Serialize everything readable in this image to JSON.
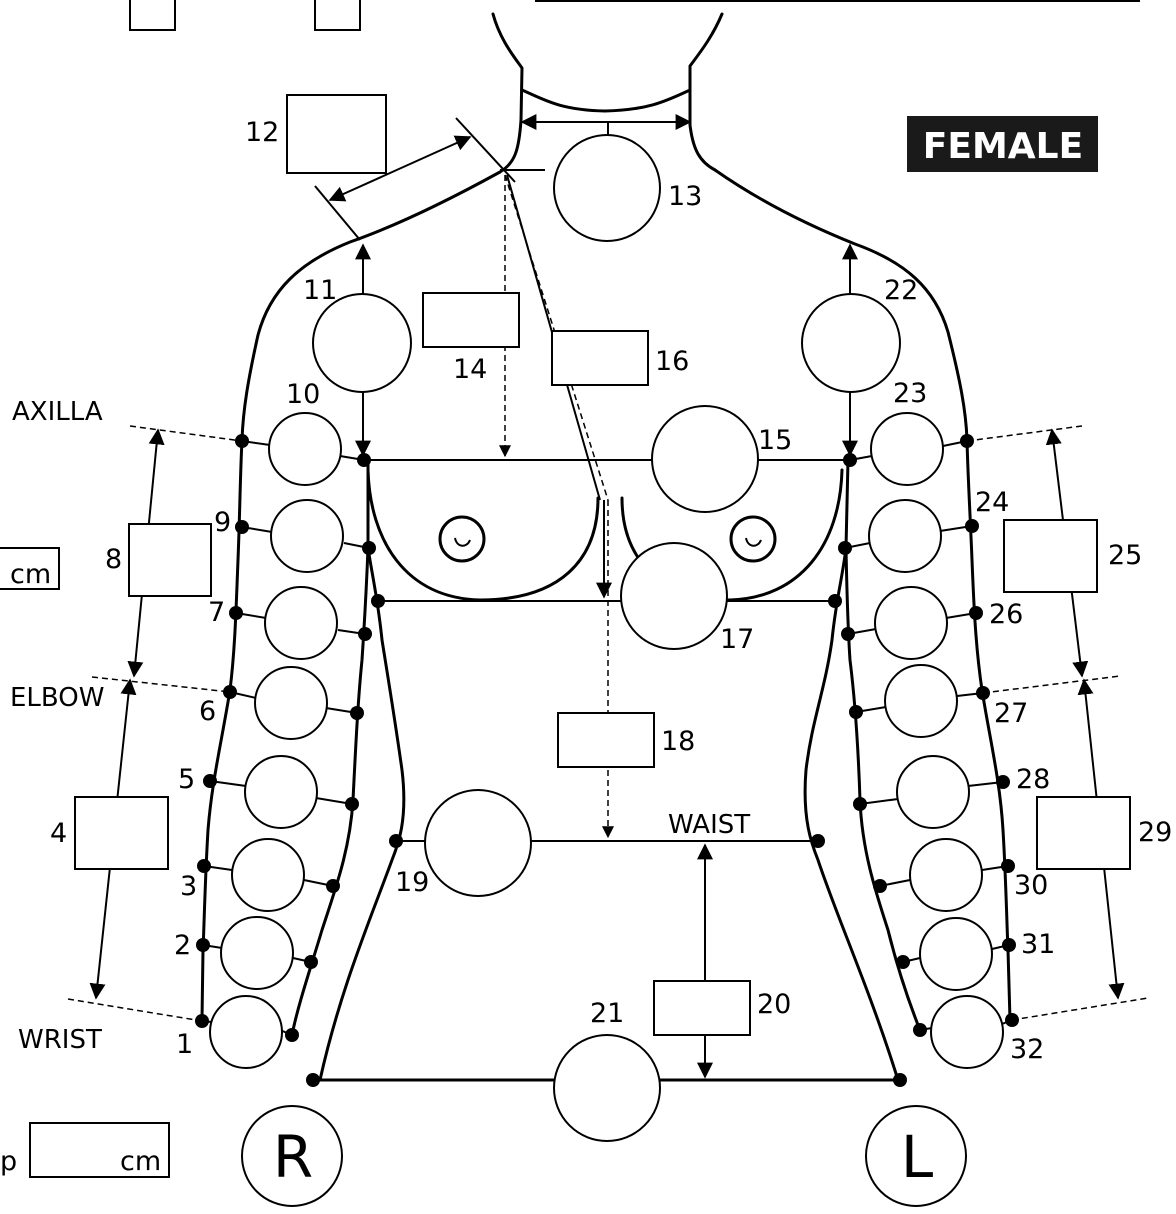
{
  "badge": "FEMALE",
  "labels": {
    "axilla": "AXILLA",
    "elbow": "ELBOW",
    "wrist": "WRIST",
    "waist": "WAIST"
  },
  "units": {
    "left_field": "cm",
    "bottom_field": "cm",
    "bottom_field_prefix": "p"
  },
  "sides": {
    "right": "R",
    "left": "L"
  },
  "points": {
    "p1": "1",
    "p2": "2",
    "p3": "3",
    "p4": "4",
    "p5": "5",
    "p6": "6",
    "p7": "7",
    "p8": "8",
    "p9": "9",
    "p10": "10",
    "p11": "11",
    "p12": "12",
    "p13": "13",
    "p14": "14",
    "p15": "15",
    "p16": "16",
    "p17": "17",
    "p18": "18",
    "p19": "19",
    "p20": "20",
    "p21": "21",
    "p22": "22",
    "p23": "23",
    "p24": "24",
    "p25": "25",
    "p26": "26",
    "p27": "27",
    "p28": "28",
    "p29": "29",
    "p30": "30",
    "p31": "31",
    "p32": "32"
  }
}
